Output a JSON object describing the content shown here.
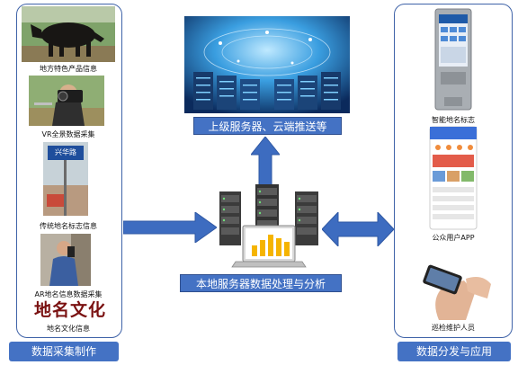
{
  "left": {
    "items": [
      {
        "caption": "地方特色产品信息"
      },
      {
        "caption": "VR全景数据采集"
      },
      {
        "caption": "传统地名标志信息",
        "sign_text": "兴华路"
      },
      {
        "caption": "AR地名信息数据采集"
      },
      {
        "caption": "地名文化信息",
        "brand_text": "地名文化"
      }
    ],
    "tag": "数据采集制作"
  },
  "center": {
    "top_label": "上级服务器、云端推送等",
    "bottom_label": "本地服务器数据处理与分析"
  },
  "right": {
    "items": [
      {
        "caption": "智能地名标志"
      },
      {
        "caption": "公众用户APP"
      },
      {
        "caption": "巡检维护人员"
      }
    ],
    "tag": "数据分发与应用"
  },
  "colors": {
    "accent": "#4472c4",
    "border": "#3f63a8",
    "arrow": "#3d6cc0"
  }
}
